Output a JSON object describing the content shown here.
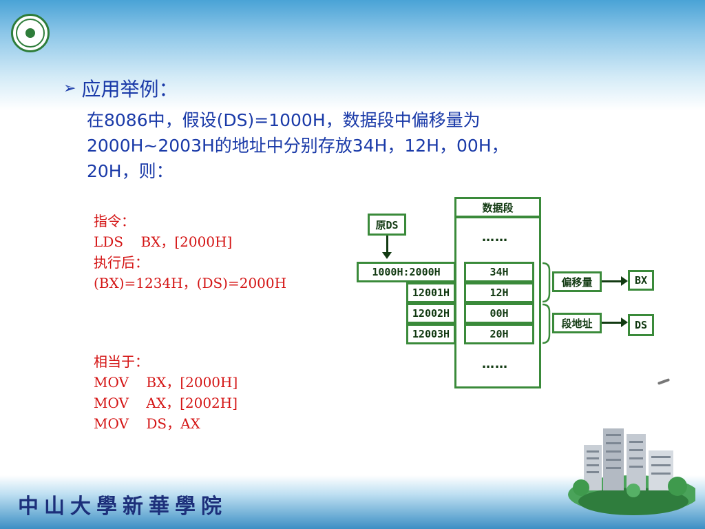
{
  "heading": "应用举例：",
  "paragraph": {
    "line1": "在8086中，假设(DS)=1000H，数据段中偏移量为",
    "line2": "2000H~2003H的地址中分别存放34H，12H，00H，",
    "line3": "20H，则："
  },
  "instruction": {
    "label": "指令：",
    "code": "LDS    BX，[2000H]",
    "after_label": "执行后：",
    "result": "(BX)=1234H，(DS)=2000H"
  },
  "equivalent": {
    "label": "相当于：",
    "lines": [
      "MOV    BX，[2000H]",
      "MOV    AX，[2002H]",
      "MOV    DS，AX"
    ]
  },
  "diagram": {
    "segment_title": "数据段",
    "orig_ds": "原DS",
    "dots_top": "……",
    "dots_bottom": "……",
    "addresses": [
      "1000H:2000H",
      "12001H",
      "12002H",
      "12003H"
    ],
    "values": [
      "34H",
      "12H",
      "00H",
      "20H"
    ],
    "offset_label": "偏移量",
    "segaddr_label": "段地址",
    "bx": "BX",
    "ds": "DS"
  },
  "footer": {
    "school_name": "中山大學新華學院"
  },
  "colors": {
    "heading_text": "#1a3aa8",
    "code_text": "#d41515",
    "diagram_border": "#3a8a3a"
  }
}
